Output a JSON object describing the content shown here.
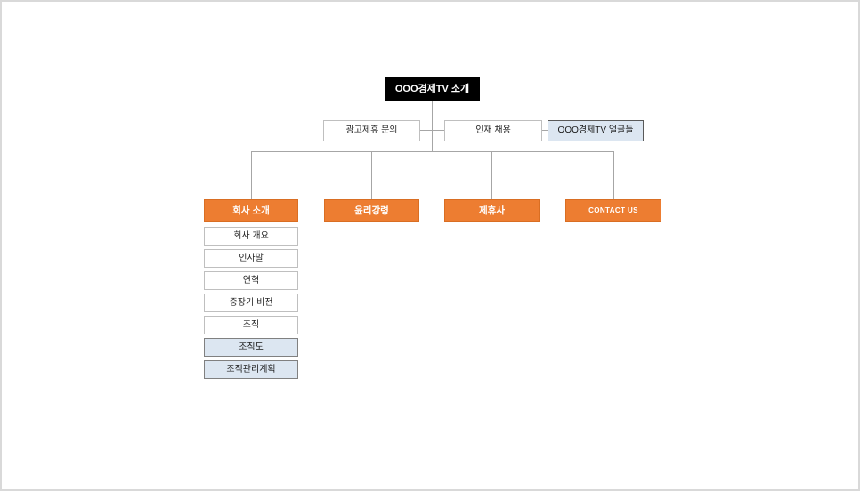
{
  "page": {
    "background": "#ffffff",
    "frame_border": "#d9d9d9",
    "description_colors": {
      "root_fill": "#000000",
      "root_text": "#ffffff",
      "section_fill": "#ed7d31",
      "section_text": "#ffffff",
      "plain_fill": "#ffffff",
      "plain_border": "#bfbfbf",
      "highlight_fill": "#dce6f1",
      "highlight_border": "#808080",
      "connector_line": "#a6a6a6"
    }
  },
  "org": {
    "root": {
      "label": "OOO경제TV 소개"
    },
    "row2": [
      {
        "label": "광고제휴 문의",
        "style": "white"
      },
      {
        "label": "인재 채용",
        "style": "white"
      },
      {
        "label": "OOO경제TV 얼굴들",
        "style": "blue"
      }
    ],
    "sections": [
      {
        "label": "회사 소개"
      },
      {
        "label": "윤리강령"
      },
      {
        "label": "제휴사"
      },
      {
        "label": "CONTACT US"
      }
    ],
    "company_menu": [
      {
        "label": "회사 개요",
        "style": "white"
      },
      {
        "label": "인사말",
        "style": "white"
      },
      {
        "label": "연혁",
        "style": "white"
      },
      {
        "label": "중장기 비전",
        "style": "white"
      },
      {
        "label": "조직",
        "style": "white"
      },
      {
        "label": "조직도",
        "style": "blue-sub"
      },
      {
        "label": "조직관리계획",
        "style": "blue-sub"
      }
    ]
  }
}
